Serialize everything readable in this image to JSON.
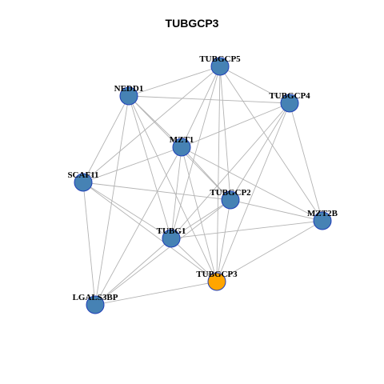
{
  "title": "TUBGCP3",
  "colors": {
    "node_default": "#4682b4",
    "node_highlight": "#ffa500",
    "node_border": "#1f3fb8",
    "edge": "#b3b3b3"
  },
  "nodes": [
    {
      "id": "TUBGCP5",
      "label": "TUBGCP5",
      "highlight": false
    },
    {
      "id": "NEDD1",
      "label": "NEDD1",
      "highlight": false
    },
    {
      "id": "TUBGCP4",
      "label": "TUBGCP4",
      "highlight": false
    },
    {
      "id": "MZT1",
      "label": "MZT1",
      "highlight": false
    },
    {
      "id": "SCAF11",
      "label": "SCAF11",
      "highlight": false
    },
    {
      "id": "TUBGCP2",
      "label": "TUBGCP2",
      "highlight": false
    },
    {
      "id": "MZT2B",
      "label": "MZT2B",
      "highlight": false
    },
    {
      "id": "TUBG1",
      "label": "TUBG1",
      "highlight": false
    },
    {
      "id": "TUBGCP3",
      "label": "TUBGCP3",
      "highlight": true
    },
    {
      "id": "LGALS3BP",
      "label": "LGALS3BP",
      "highlight": false
    }
  ],
  "edges": [
    [
      "TUBGCP5",
      "NEDD1"
    ],
    [
      "TUBGCP5",
      "TUBGCP4"
    ],
    [
      "TUBGCP5",
      "MZT1"
    ],
    [
      "TUBGCP5",
      "SCAF11"
    ],
    [
      "TUBGCP5",
      "TUBGCP2"
    ],
    [
      "TUBGCP5",
      "MZT2B"
    ],
    [
      "TUBGCP5",
      "TUBG1"
    ],
    [
      "TUBGCP5",
      "TUBGCP3"
    ],
    [
      "NEDD1",
      "TUBGCP4"
    ],
    [
      "NEDD1",
      "MZT1"
    ],
    [
      "NEDD1",
      "SCAF11"
    ],
    [
      "NEDD1",
      "TUBGCP2"
    ],
    [
      "NEDD1",
      "TUBG1"
    ],
    [
      "NEDD1",
      "TUBGCP3"
    ],
    [
      "NEDD1",
      "LGALS3BP"
    ],
    [
      "TUBGCP4",
      "MZT1"
    ],
    [
      "TUBGCP4",
      "TUBGCP2"
    ],
    [
      "TUBGCP4",
      "MZT2B"
    ],
    [
      "TUBGCP4",
      "TUBG1"
    ],
    [
      "TUBGCP4",
      "TUBGCP3"
    ],
    [
      "MZT1",
      "SCAF11"
    ],
    [
      "MZT1",
      "TUBGCP2"
    ],
    [
      "MZT1",
      "TUBG1"
    ],
    [
      "MZT1",
      "TUBGCP3"
    ],
    [
      "MZT1",
      "LGALS3BP"
    ],
    [
      "MZT1",
      "MZT2B"
    ],
    [
      "SCAF11",
      "TUBGCP2"
    ],
    [
      "SCAF11",
      "TUBG1"
    ],
    [
      "SCAF11",
      "TUBGCP3"
    ],
    [
      "SCAF11",
      "LGALS3BP"
    ],
    [
      "TUBGCP2",
      "MZT2B"
    ],
    [
      "TUBGCP2",
      "TUBG1"
    ],
    [
      "TUBGCP2",
      "TUBGCP3"
    ],
    [
      "TUBGCP2",
      "LGALS3BP"
    ],
    [
      "MZT2B",
      "TUBG1"
    ],
    [
      "MZT2B",
      "TUBGCP3"
    ],
    [
      "TUBG1",
      "TUBGCP3"
    ],
    [
      "TUBG1",
      "LGALS3BP"
    ],
    [
      "TUBGCP3",
      "LGALS3BP"
    ]
  ]
}
